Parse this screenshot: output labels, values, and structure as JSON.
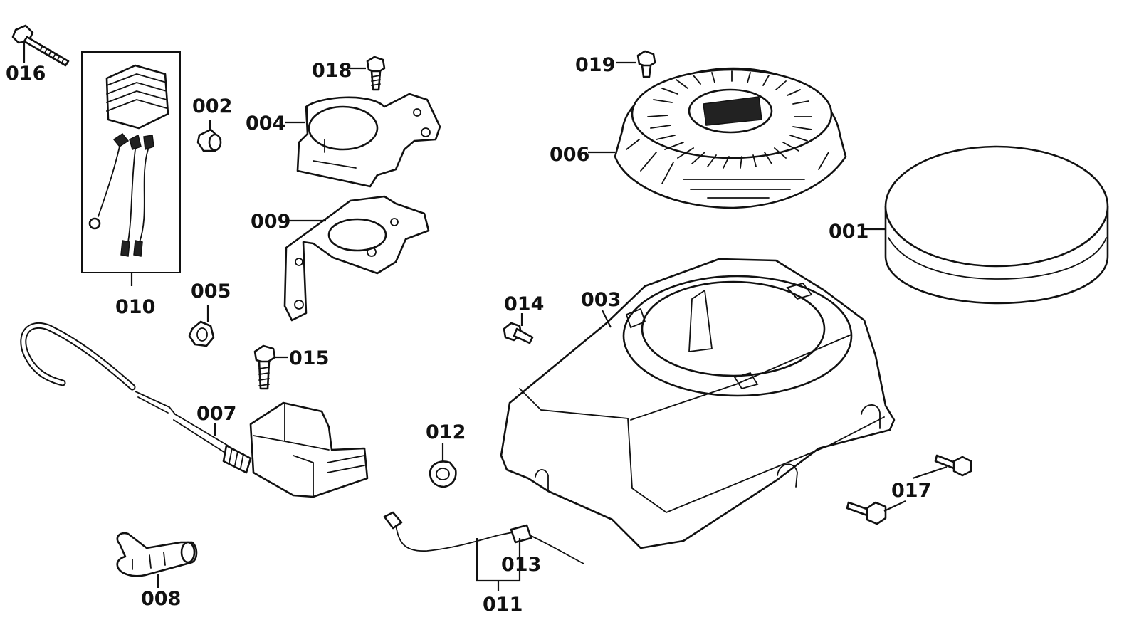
{
  "diagram": {
    "callouts": [
      {
        "id": "c001",
        "text": "001"
      },
      {
        "id": "c002",
        "text": "002"
      },
      {
        "id": "c003",
        "text": "003"
      },
      {
        "id": "c004",
        "text": "004"
      },
      {
        "id": "c005",
        "text": "005"
      },
      {
        "id": "c006",
        "text": "006"
      },
      {
        "id": "c007",
        "text": "007"
      },
      {
        "id": "c008",
        "text": "008"
      },
      {
        "id": "c009",
        "text": "009"
      },
      {
        "id": "c010",
        "text": "010"
      },
      {
        "id": "c011",
        "text": "011"
      },
      {
        "id": "c012",
        "text": "012"
      },
      {
        "id": "c013",
        "text": "013"
      },
      {
        "id": "c014",
        "text": "014"
      },
      {
        "id": "c015",
        "text": "015"
      },
      {
        "id": "c016",
        "text": "016"
      },
      {
        "id": "c017",
        "text": "017"
      },
      {
        "id": "c018",
        "text": "018"
      },
      {
        "id": "c019",
        "text": "019"
      }
    ]
  }
}
